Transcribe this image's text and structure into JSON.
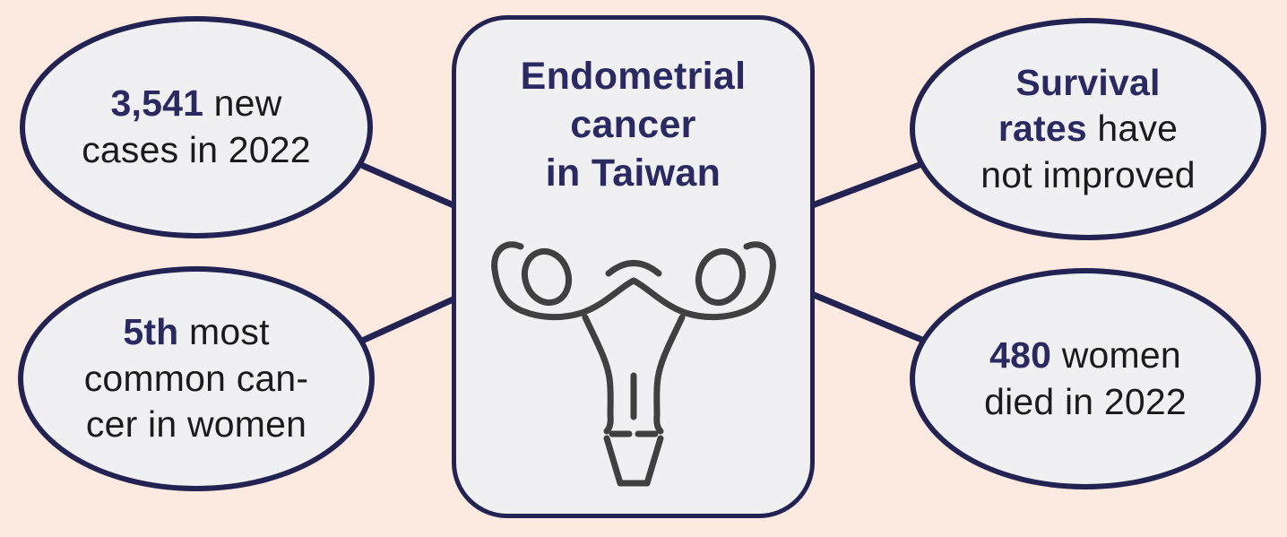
{
  "colors": {
    "background": "#fce9df",
    "shape_fill": "#f0f0f2",
    "outline": "#232353",
    "accent_text": "#2b2961",
    "body_text": "#1b1b1b",
    "icon_stroke": "#404040"
  },
  "card": {
    "title_line1": "Endometrial",
    "title_line2": "cancer",
    "title_line3": "in Taiwan",
    "icon": "uterus"
  },
  "bubbles": {
    "top_left": {
      "line1_bold": "3,541",
      "line1_rest": " new",
      "line2": "cases in 2022"
    },
    "bottom_left": {
      "line1_bold": "5th",
      "line1_rest": " most",
      "line2": "common can-",
      "line3": "cer in women"
    },
    "top_right": {
      "line1_bold": "Survival",
      "line2_bold": "rates",
      "line2_rest": " have",
      "line3": "not improved"
    },
    "bottom_right": {
      "line1_bold": "480",
      "line1_rest": " women",
      "line2": "died in 2022"
    }
  }
}
